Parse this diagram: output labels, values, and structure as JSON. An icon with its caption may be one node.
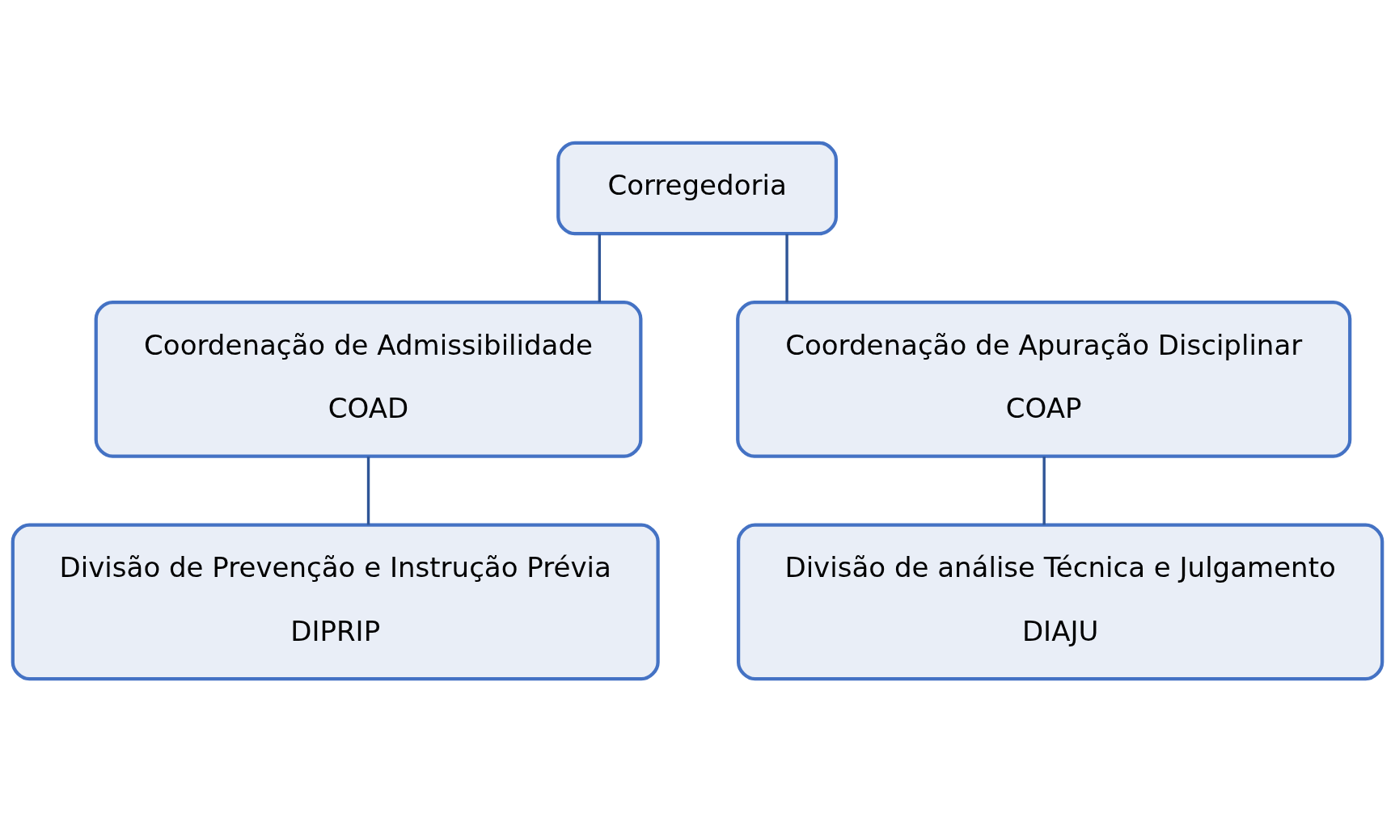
{
  "diagram": {
    "nodes": [
      {
        "text": [
          "Corregedoria"
        ]
      },
      {
        "text": [
          "Coordenação de Admissibilidade",
          "COAD"
        ]
      },
      {
        "text": [
          "Coordenação de Apuração Disciplinar",
          "COAP"
        ]
      },
      {
        "text": [
          "Divisão de Prevenção e Instrução Prévia",
          "DIPRIP"
        ]
      },
      {
        "text": [
          "Divisão de análise Técnica e Julgamento",
          "DIAJU"
        ]
      }
    ],
    "edges": [
      {
        "from": 0,
        "to": 1,
        "arrow": "none"
      },
      {
        "from": 0,
        "to": 2,
        "arrow": "none"
      },
      {
        "from": 1,
        "to": 3,
        "arrow": "none"
      },
      {
        "from": 2,
        "to": 4,
        "arrow": "none"
      }
    ]
  }
}
